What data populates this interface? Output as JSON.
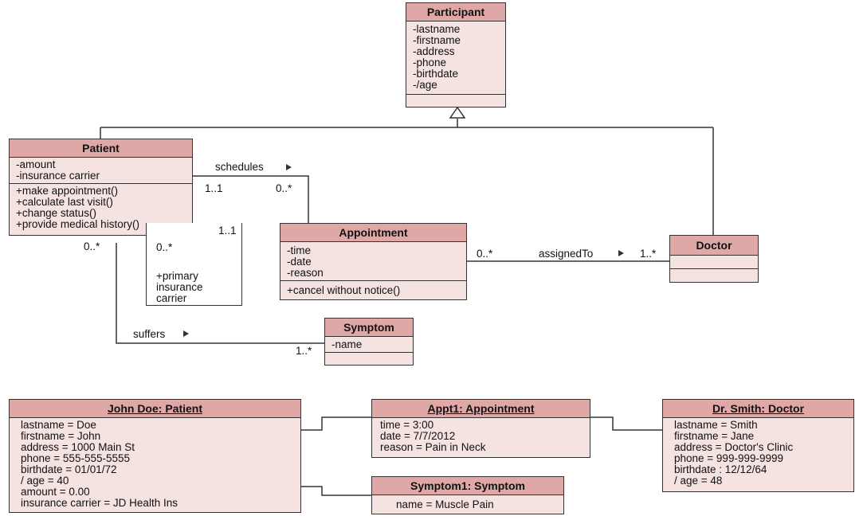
{
  "classes": {
    "participant": {
      "name": "Participant",
      "attributes": [
        "-lastname",
        "-firstname",
        "-address",
        "-phone",
        "-birthdate",
        "-/age"
      ]
    },
    "patient": {
      "name": "Patient",
      "attributes": [
        "-amount",
        "-insurance carrier"
      ],
      "operations": [
        "+make appointment()",
        "+calculate last visit()",
        "+change status()",
        "+provide medical history()"
      ]
    },
    "appointment": {
      "name": "Appointment",
      "attributes": [
        "-time",
        "-date",
        "-reason"
      ],
      "operations": [
        "+cancel without notice()"
      ]
    },
    "doctor": {
      "name": "Doctor"
    },
    "symptom": {
      "name": "Symptom",
      "attributes": [
        "-name"
      ]
    }
  },
  "associations": {
    "schedules": {
      "label": "schedules",
      "mult_patient": "1..1",
      "mult_appointment": "0..*"
    },
    "assigned_to": {
      "label": "assignedTo",
      "mult_appointment": "0..*",
      "mult_doctor": "1..*"
    },
    "suffers": {
      "label": "suffers",
      "mult_patient": "0..*",
      "mult_symptom": "1..*"
    },
    "primary_insurance": {
      "mult_top": "1..1",
      "mult_bottom": "0..*",
      "role": [
        "+primary",
        "insurance",
        "carrier"
      ]
    }
  },
  "objects": {
    "john": {
      "title": "John Doe: Patient",
      "values": [
        "lastname = Doe",
        "firstname = John",
        "address = 1000 Main St",
        "phone = 555-555-5555",
        "birthdate = 01/01/72",
        "/ age = 40",
        "amount = 0.00",
        "insurance carrier = JD Health Ins"
      ]
    },
    "appt1": {
      "title": "Appt1: Appointment",
      "values": [
        "time = 3:00",
        "date = 7/7/2012",
        "reason = Pain in Neck"
      ]
    },
    "smith": {
      "title": "Dr. Smith: Doctor",
      "values": [
        "lastname = Smith",
        "firstname = Jane",
        "address = Doctor's Clinic",
        "phone = 999-999-9999",
        "birthdate : 12/12/64",
        "/ age = 48"
      ]
    },
    "symptom1": {
      "title": "Symptom1: Symptom",
      "values": [
        "name = Muscle Pain"
      ]
    }
  },
  "colors": {
    "header": "#dfa8a6",
    "body": "#f4e3e1",
    "line": "#333333"
  }
}
